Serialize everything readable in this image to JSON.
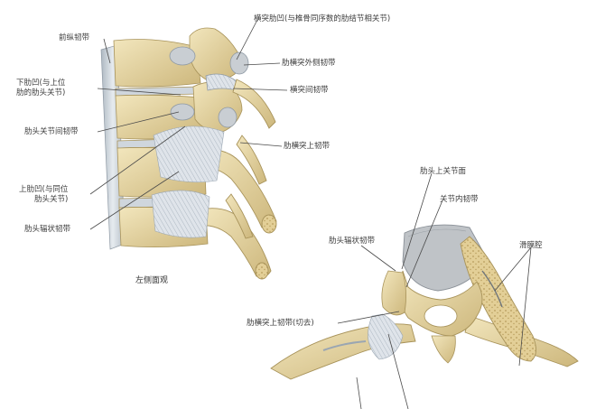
{
  "labels": {
    "anterior_longitudinal_ligament": "前纵韧带",
    "inferior_costal_facet_line1": "下肋凹(与上位",
    "inferior_costal_facet_line2": "肋的肋头关节)",
    "intraarticular_ligament_left": "肋头关节间韧带",
    "superior_costal_facet_line1": "上肋凹(与同位",
    "superior_costal_facet_line2": "肋头关节)",
    "radiate_ligament_left": "肋头辐状韧带",
    "transverse_costal_facet": "横突肋凹(与椎骨同序数的肋结节相关节)",
    "lateral_costotransverse_ligament": "肋横突外侧韧带",
    "intertransverse_ligament": "横突间韧带",
    "superior_costotransverse_ligament": "肋横突上韧带",
    "left_lateral_view": "左侧面观",
    "superior_facet_of_rib_head": "肋头上关节面",
    "intraarticular_ligament_right": "关节内韧带",
    "radiate_ligament_right": "肋头辐状韧带",
    "synovial_cavity": "滑膜腔",
    "superior_costotransverse_ligament_cut": "肋横突上韧带(切去)"
  },
  "colors": {
    "bone": "#e8d9a8",
    "bone_shadow": "#c9b57a",
    "bone_edge": "#a8935a",
    "ligament": "#d4dbe2",
    "ligament_line": "#9aa6b2",
    "cartilage": "#b9bcc0",
    "marrow": "#d8c79a",
    "leader_line": "#4a4a4a"
  }
}
